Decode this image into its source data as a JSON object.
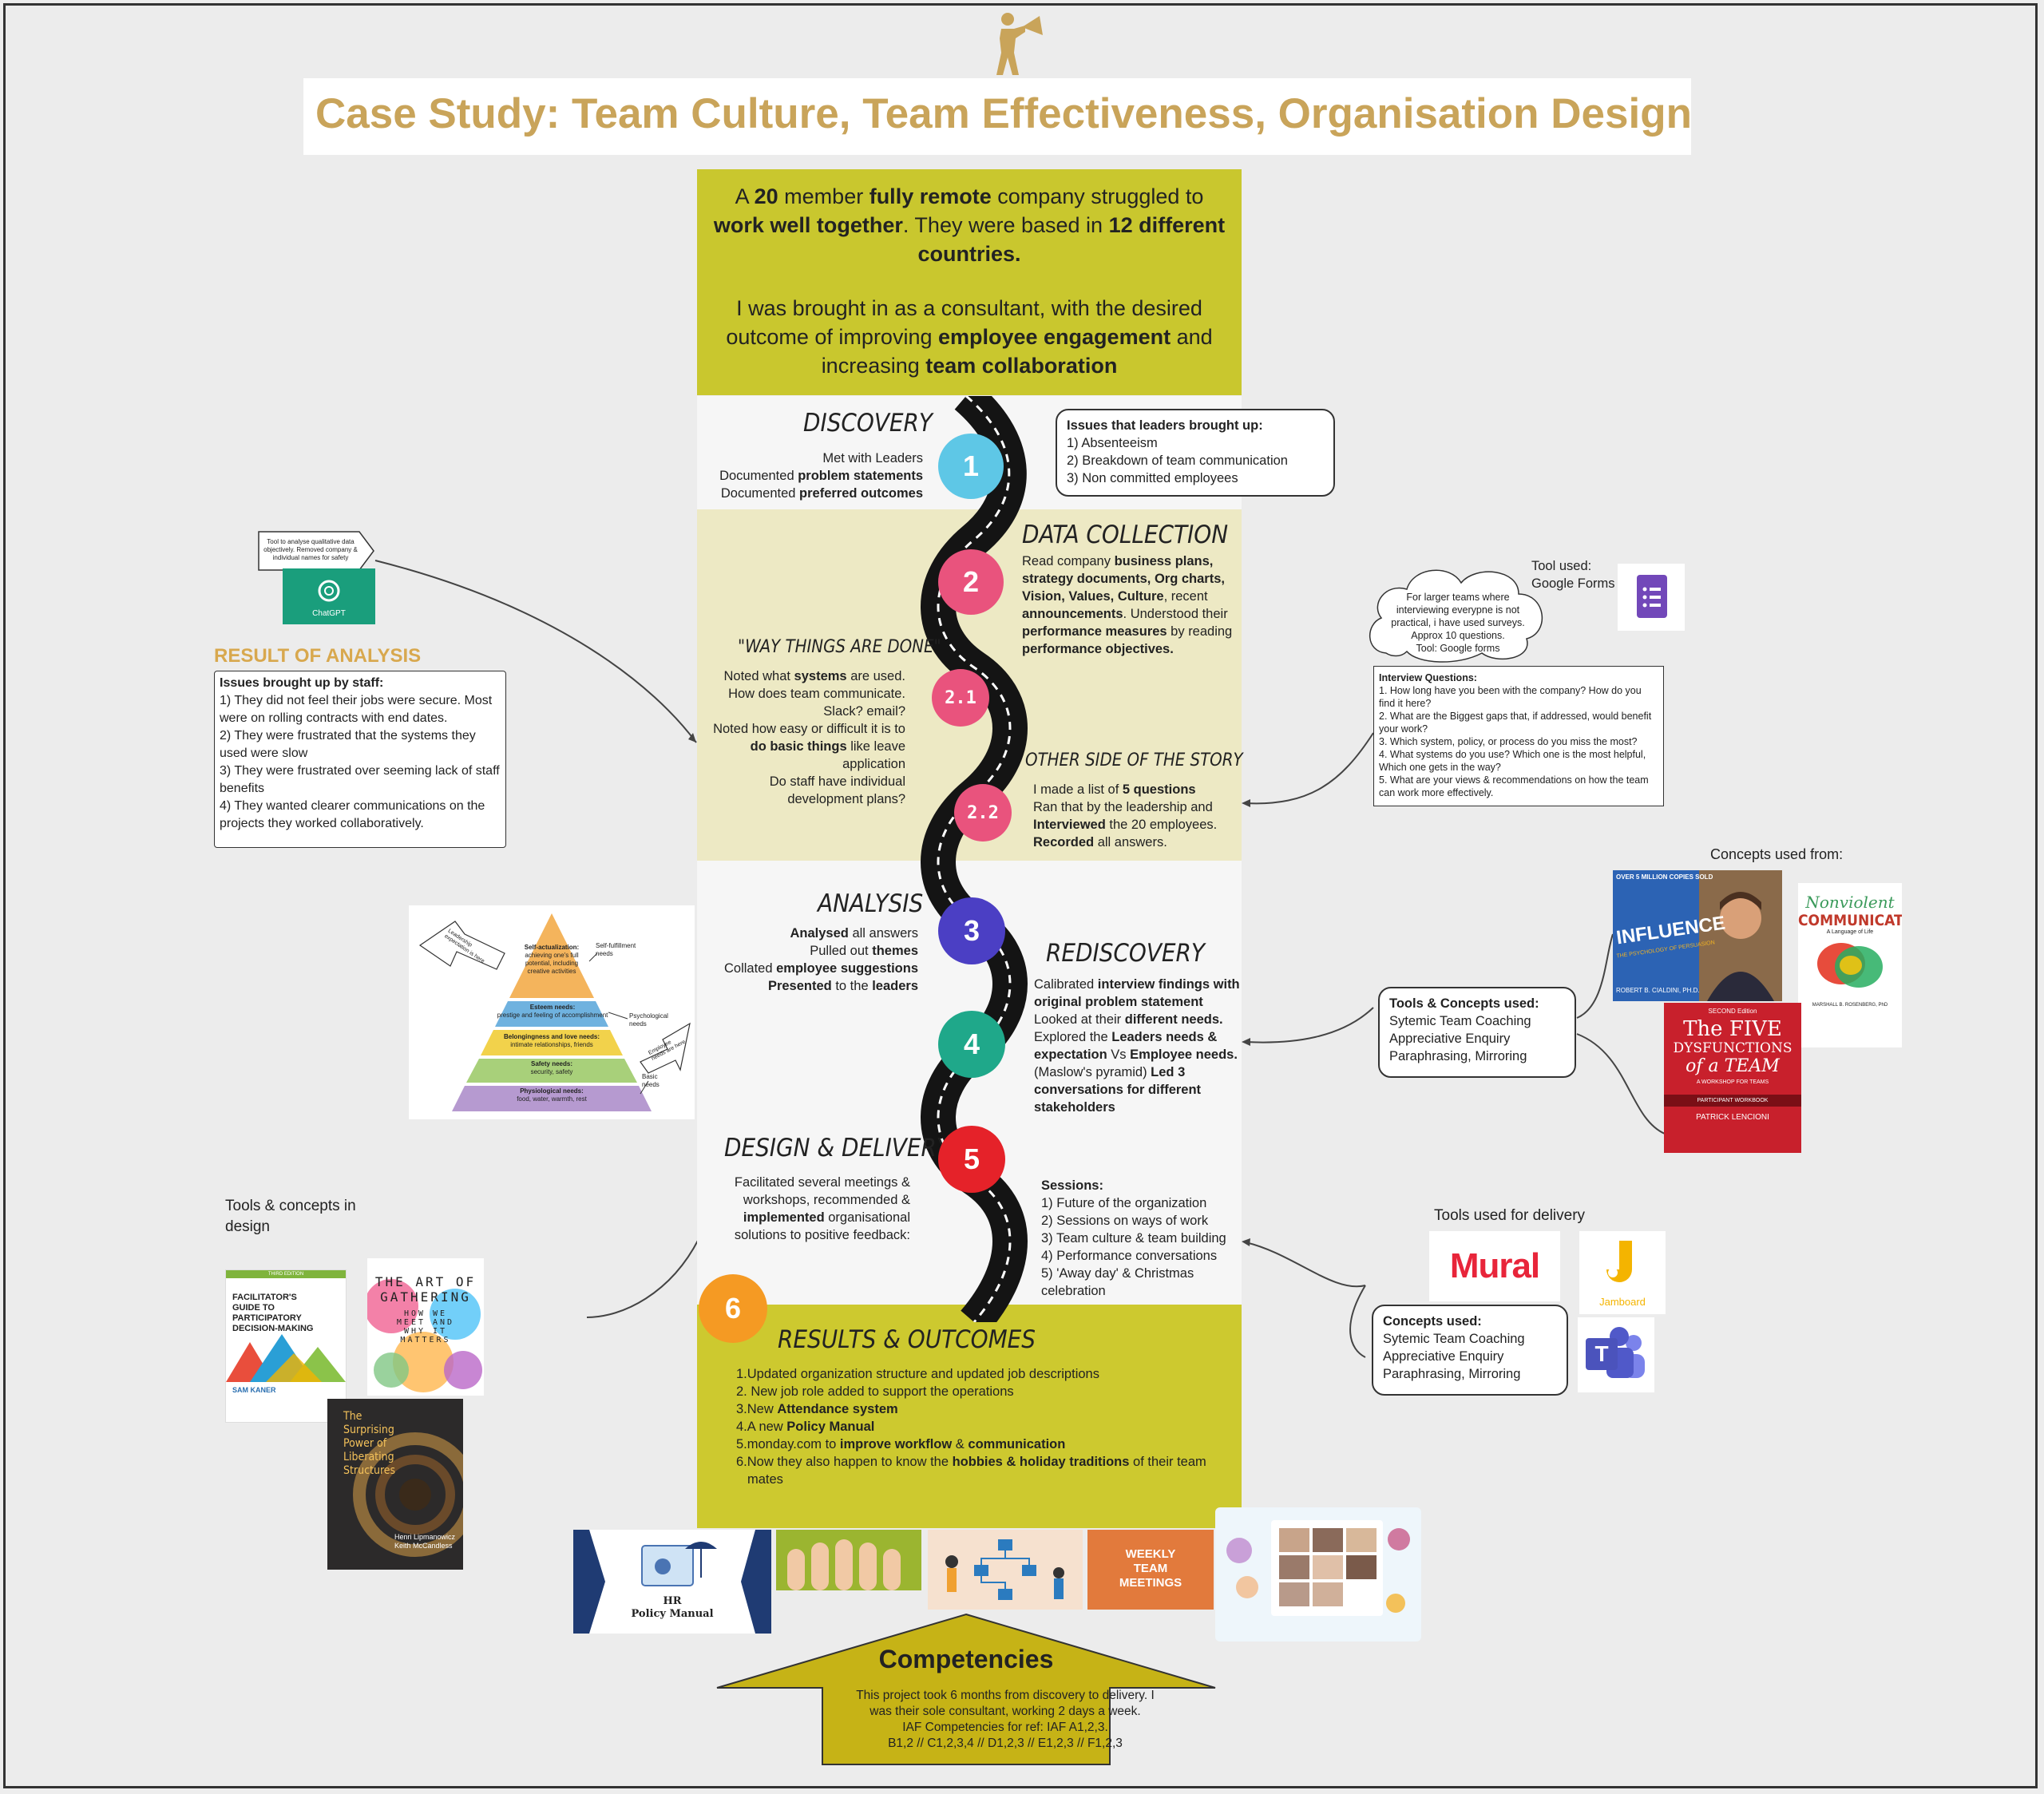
{
  "title": "Case Study: Team Culture, Team Effectiveness, Organisation Design",
  "intro": {
    "p1": [
      "A ",
      "20",
      " member ",
      "fully remote",
      " company struggled to ",
      "work well together",
      ". They were based in ",
      "12 different countries."
    ],
    "p2": [
      "I was brought in as a consultant, with the desired outcome of improving ",
      "employee engagement",
      " and increasing ",
      "team collaboration"
    ]
  },
  "steps": {
    "discovery": {
      "title": "DISCOVERY",
      "num": "1",
      "lines": [
        "Met with Leaders",
        "Documented ",
        "problem statements",
        "Documented ",
        "preferred outcomes"
      ]
    },
    "data": {
      "title": "DATA COLLECTION",
      "num": "2"
    },
    "way": {
      "title": "\"WAY THINGS ARE DONE\"",
      "num": "2.1"
    },
    "other": {
      "title": "OTHER SIDE OF THE STORY",
      "num": "2.2"
    },
    "analysis": {
      "title": "ANALYSIS",
      "num": "3"
    },
    "rediscovery": {
      "title": "REDISCOVERY",
      "num": "4"
    },
    "design": {
      "title": "DESIGN & DELIVERY",
      "num": "5"
    },
    "results": {
      "title": "RESULTS & OUTCOMES",
      "num": "6"
    }
  },
  "data_text": [
    "Read company ",
    "business plans, strategy documents, Org charts, Vision, Values, Culture",
    ", recent ",
    "announcements",
    ". Understood their ",
    "performance measures",
    " by reading ",
    "performance objectives."
  ],
  "way_text": [
    "Noted what ",
    "systems",
    " are used.",
    "How does team communicate.",
    "Slack? email?",
    "Noted how easy or difficult it is to",
    "do basic things",
    " like leave",
    "application",
    "Do staff have individual",
    "development plans?"
  ],
  "other_text": [
    "I made a list of ",
    "5 questions",
    "Ran that by the leadership and",
    "Interviewed",
    " the 20 employees.",
    "Recorded",
    " all answers."
  ],
  "analysis_text": [
    "Analysed",
    " all answers",
    "Pulled out ",
    "themes",
    "Collated ",
    "employee suggestions",
    "Presented",
    " to the ",
    "leaders"
  ],
  "rediscovery_text": [
    "Calibrated ",
    "interview findings with original problem statement",
    "Looked at their ",
    "different needs.",
    "Explored the ",
    "Leaders needs & expectation",
    " Vs ",
    "Employee needs.",
    " (Maslow's pyramid) ",
    "Led 3 conversations for different stakeholders"
  ],
  "design_text": [
    "Facilitated several meetings &",
    "workshops, recommended &",
    "implemented",
    " organisational",
    "solutions to positive feedback:"
  ],
  "sessions": {
    "head": "Sessions:",
    "items": [
      "1) Future of the organization",
      "2) Sessions on ways of work",
      "3) Team culture & team building",
      "4) Performance conversations",
      "5) 'Away day' & Christmas",
      "celebration"
    ]
  },
  "results_items": [
    [
      "1.Updated organization structure and updated job descriptions"
    ],
    [
      "2. New job role added to support the operations"
    ],
    [
      "3.New ",
      "Attendance system"
    ],
    [
      "4.A new ",
      "Policy Manual"
    ],
    [
      "5.monday.com to ",
      "improve workflow",
      " & ",
      "communication"
    ],
    [
      "6.Now they also happen to know the ",
      "hobbies & holiday traditions",
      " of their team"
    ],
    [
      "mates"
    ]
  ],
  "leaders_issues": {
    "head": "Issues that leaders brought up:",
    "items": [
      "1) Absenteeism",
      "2) Breakdown of team communication",
      "3) Non committed employees"
    ]
  },
  "chatgpt": {
    "note": "Tool to analyse qualitative data objectively. Removed company & individual names for safety",
    "label": "ChatGPT"
  },
  "result_analysis": {
    "title": "RESULT OF ANALYSIS",
    "head": "Issues brought up by staff:",
    "items": [
      "1) They did not feel their jobs were secure. Most were on rolling contracts with end dates.",
      "2) They were frustrated that the systems they used were slow",
      "3) They were frustrated over seeming lack of staff benefits",
      "4) They wanted clearer communications on the projects they worked collaboratively."
    ]
  },
  "survey": {
    "cloud": [
      "For larger teams where",
      "interviewing everypne is not",
      "practical, i have used surveys.",
      "Approx 10 questions.",
      "Tool: Google forms"
    ],
    "tool_label": [
      "Tool used:",
      "Google Forms"
    ]
  },
  "interview": {
    "head": "Interview Questions:",
    "items": [
      "1. How long have you been with the company? How do you find it here?",
      "2. What are the Biggest gaps that, if addressed, would benefit your work?",
      "3. Which system, policy, or process do you miss the most?",
      "4. What systems do you use? Which one is the most helpful, Which one gets in the way?",
      "5. What are your views & recommendations on how the team can work more effectively."
    ]
  },
  "maslow": {
    "levels": [
      {
        "title": "Self-actualization:",
        "desc": "achieving one's full potential, including creative activities",
        "color": "#f4b45c"
      },
      {
        "title": "Esteem needs:",
        "desc": "prestige and feeling of accomplishment",
        "color": "#6fb2df"
      },
      {
        "title": "Belongingness and love needs:",
        "desc": "intimate relationships, friends",
        "color": "#f2d24b"
      },
      {
        "title": "Safety needs:",
        "desc": "security, safety",
        "color": "#a8d07a"
      },
      {
        "title": "Physiological needs:",
        "desc": "food, water, warmth, rest",
        "color": "#b69ad0"
      }
    ],
    "side": [
      "Self-fulfillment needs",
      "Psychological needs",
      "Basic needs"
    ],
    "arrows": [
      "Leadership expectation is here",
      "Employee needs are here"
    ]
  },
  "concepts_from": "Concepts used from:",
  "tools_concepts": {
    "head": "Tools & Concepts used:",
    "items": [
      "Sytemic Team Coaching",
      "Appreciative Enquiry",
      "Paraphrasing, Mirroring"
    ]
  },
  "books_right": {
    "influence": {
      "top": "OVER 5 MILLION COPIES SOLD",
      "title": "INFLUENCE",
      "sub": "THE PSYCHOLOGY OF PERSUASION",
      "author": "ROBERT B. CIALDINI, PH.D."
    },
    "nvc": {
      "title1": "Nonviolent",
      "title2": "COMMUNICATION",
      "sub": "A Language of Life",
      "author": "MARSHALL B. ROSENBERG, PhD"
    },
    "five": {
      "ed": "SECOND Edition",
      "t1": "The FIVE",
      "t2": "DYSFUNCTIONS",
      "t3": "of a TEAM",
      "sub": "A WORKSHOP FOR TEAMS",
      "band": "PARTICIPANT WORKBOOK",
      "author": "PATRICK LENCIONI"
    }
  },
  "design_tools_label": [
    "Tools & concepts in",
    "design"
  ],
  "books_left": {
    "facilitator": {
      "ed": "THIRD EDITION",
      "title": [
        "FACILITATOR'S",
        "GUIDE TO",
        "PARTICIPATORY",
        "DECISION-MAKING"
      ],
      "author": "SAM KANER"
    },
    "gathering": {
      "lines": [
        "THE ART OF",
        "GATHERING",
        "HOW WE",
        "MEET AND",
        "WHY IT",
        "MATTERS"
      ]
    },
    "liberating": {
      "lines": [
        "The",
        "Surprising",
        "Power of",
        "Liberating",
        "Structures"
      ],
      "authors": [
        "Henri Lipmanowicz",
        "Keith McCandless"
      ]
    }
  },
  "delivery_label": "Tools used for delivery",
  "mural": "Mural",
  "jamboard": "Jamboard",
  "teams_letter": "T",
  "concepts_used": {
    "head": "Concepts used:",
    "items": [
      "Sytemic Team Coaching",
      "Appreciative Enquiry",
      "Paraphrasing, Mirroring"
    ]
  },
  "bottom_images": {
    "hr1": "HR",
    "hr2": "Policy Manual",
    "weekly": [
      "WEEKLY",
      "TEAM",
      "MEETINGS"
    ]
  },
  "competencies": {
    "title": "Competencies",
    "lines": [
      "This project took 6 months from discovery to delivery. I",
      "was their sole consultant, working 2 days a week.",
      "IAF Competencies for ref: IAF A1,2,3.",
      "B1,2 // C1,2,3,4 // D1,2,3 // E1,2,3 // F1,2,3"
    ]
  },
  "colors": {
    "title": "#c9a45a",
    "intro_bg": "#c9c72e",
    "band_tan": "#ede9c4",
    "c1": "#5ec7e6",
    "c2": "#e9537d",
    "c21": "#e9537d",
    "c22": "#e9537d",
    "c3": "#4b3fc4",
    "c4": "#1fa88a",
    "c5": "#e52229",
    "c6": "#f59a23",
    "mustard": "#c6b316"
  }
}
